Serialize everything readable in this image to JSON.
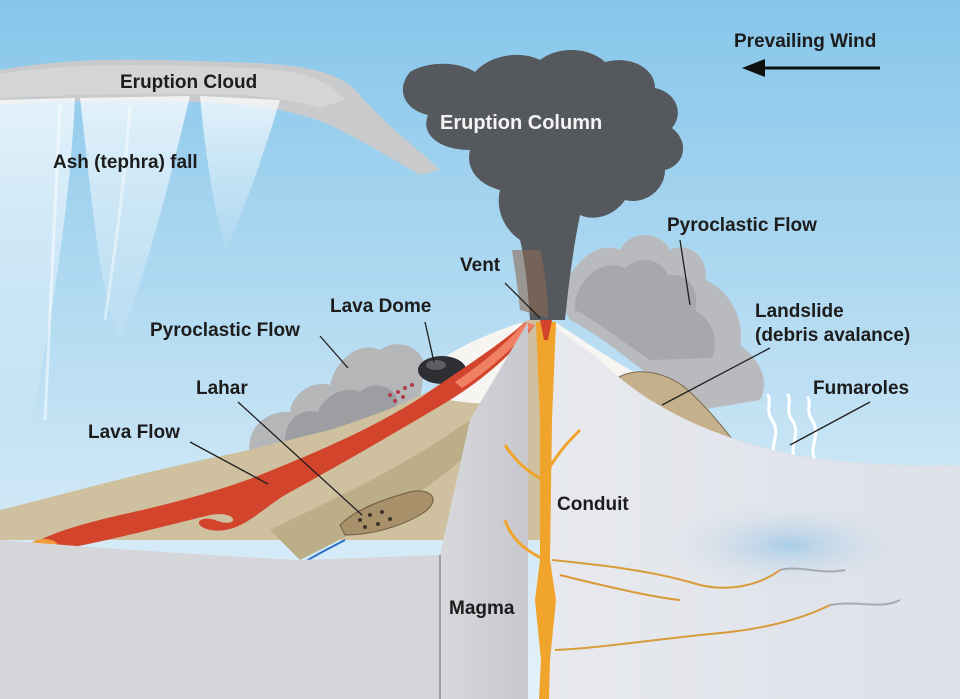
{
  "labels": {
    "prevailing_wind": "Prevailing Wind",
    "eruption_cloud": "Eruption Cloud",
    "eruption_column": "Eruption Column",
    "ash_fall": "Ash (tephra) fall",
    "vent": "Vent",
    "pyroclastic_flow_right": "Pyroclastic Flow",
    "lava_dome": "Lava Dome",
    "pyroclastic_flow_left": "Pyroclastic Flow",
    "landslide": "Landslide\n(debris avalance)",
    "lahar": "Lahar",
    "fumaroles": "Fumaroles",
    "lava_flow": "Lava Flow",
    "conduit": "Conduit",
    "magma": "Magma"
  },
  "colors": {
    "sky_top": "#86c6ea",
    "sky_bottom": "#e4f1fa",
    "eruption_column": "#55585d",
    "cloud_grey": "#c5c6c8",
    "ground_tan": "#cfc19f",
    "lava_red": "#d2452c",
    "conduit_orange": "#f0a42c",
    "cross_section": "#dfe0e3"
  }
}
